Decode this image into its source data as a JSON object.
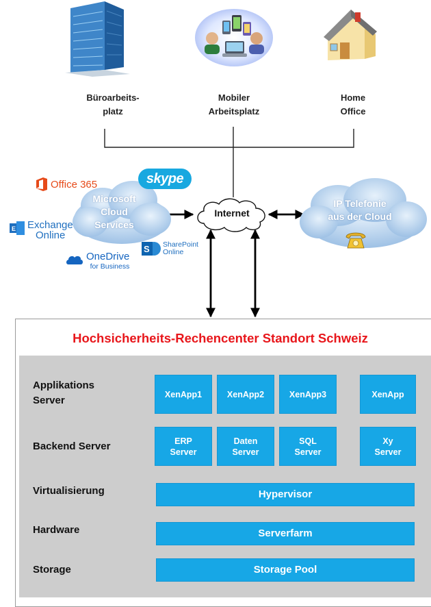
{
  "top": {
    "office_label": "Büroarbeits-\nplatz",
    "mobile_label": "Mobiler\nArbeitsplatz",
    "home_label": "Home\nOffice"
  },
  "clouds": {
    "microsoft": "Microsoft\nCloud\nServices",
    "internet": "Internet",
    "voip": "IP Telefonie\naus der Cloud"
  },
  "logos": {
    "office365": "Office 365",
    "skype": "skype",
    "exchange_line1": "Exchange",
    "exchange_line2": "Online",
    "sharepoint_line1": "SharePoint",
    "sharepoint_line2": "Online",
    "onedrive_line1": "OneDrive",
    "onedrive_line2": "for Business"
  },
  "datacenter": {
    "title": "Hochsicherheits-Rechencenter Standort Schweiz",
    "layers": {
      "applikations": "Applikations\nServer",
      "backend": "Backend Server",
      "virtualisierung": "Virtualisierung",
      "hardware": "Hardware",
      "storage": "Storage"
    },
    "app_servers": [
      "XenApp1",
      "XenApp2",
      "XenApp3",
      "XenApp"
    ],
    "backend_servers": [
      "ERP\nServer",
      "Daten\nServer",
      "SQL\nServer",
      "Xy\nServer"
    ],
    "hypervisor": "Hypervisor",
    "serverfarm": "Serverfarm",
    "storage_pool": "Storage Pool"
  },
  "colors": {
    "title_red": "#e8161b",
    "box_blue": "#17a7e6",
    "panel_gray": "#cdcdcd",
    "cloud_blue": "#aecdea"
  },
  "icons": [
    "office-building-icon",
    "mobile-devices-icon",
    "house-icon",
    "telephone-icon"
  ]
}
